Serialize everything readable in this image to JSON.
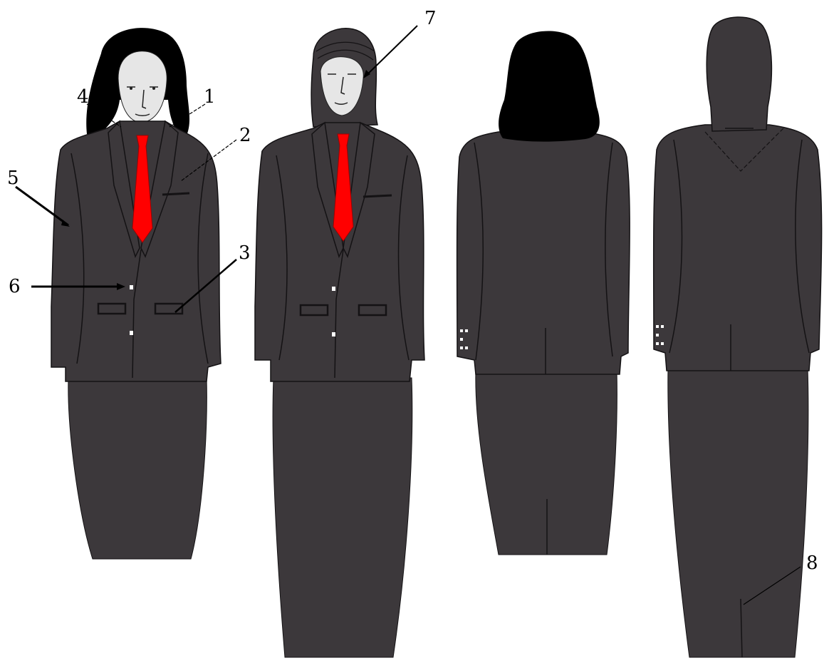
{
  "colors": {
    "suit": "#3c383b",
    "suit_outline": "#141214",
    "hair": "#000000",
    "tie": "#ff0000",
    "skin": "#e6e6e6",
    "shirt": "#ffffff",
    "callout_line": "#000000"
  },
  "figures": [
    {
      "view": "front",
      "head": "long-hair"
    },
    {
      "view": "front",
      "head": "hijab"
    },
    {
      "view": "back",
      "head": "long-hair"
    },
    {
      "view": "back",
      "head": "hijab"
    }
  ],
  "callouts": [
    {
      "id": "c1",
      "label": "1"
    },
    {
      "id": "c2",
      "label": "2"
    },
    {
      "id": "c3",
      "label": "3"
    },
    {
      "id": "c4",
      "label": "4"
    },
    {
      "id": "c5",
      "label": "5"
    },
    {
      "id": "c6",
      "label": "6"
    },
    {
      "id": "c7",
      "label": "7"
    },
    {
      "id": "c8",
      "label": "8"
    }
  ]
}
